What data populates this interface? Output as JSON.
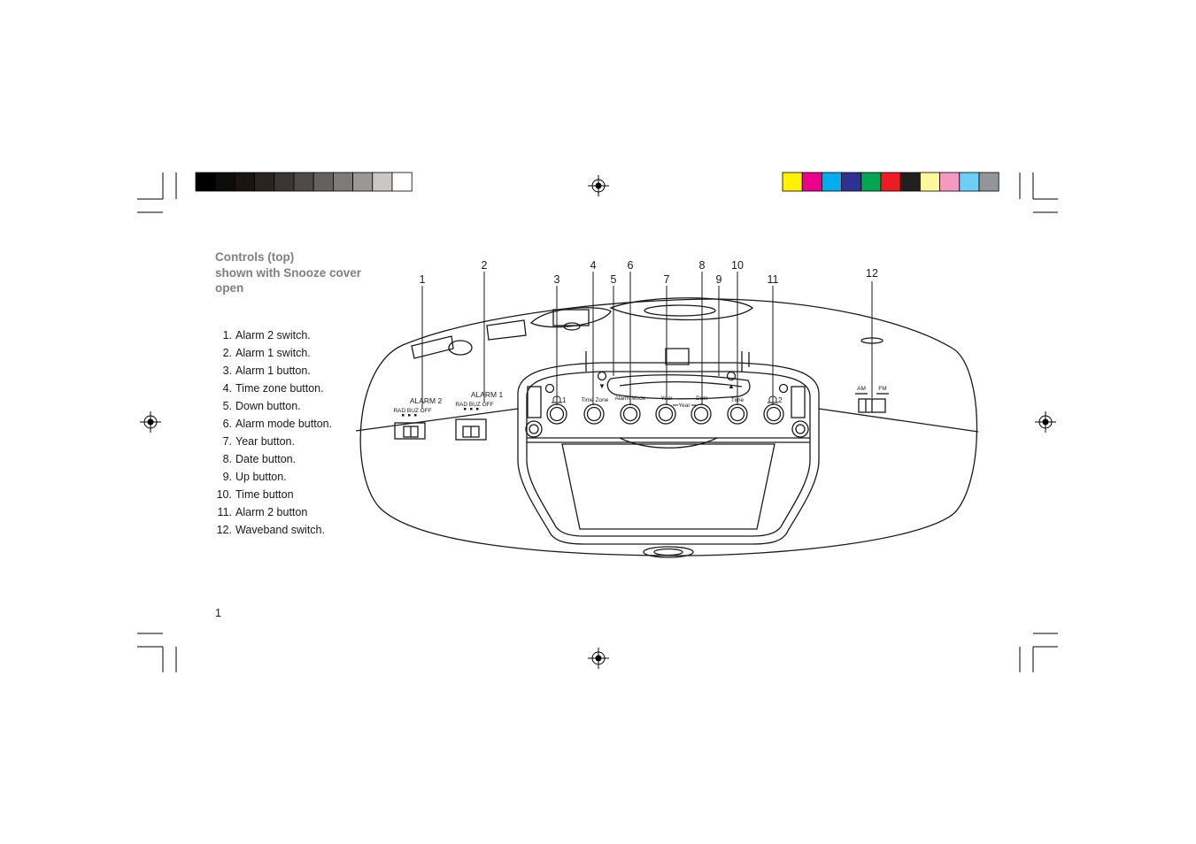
{
  "heading": {
    "line1": "Controls (top)",
    "line2": "shown with Snooze cover",
    "line3": "open"
  },
  "controls": [
    {
      "num": "1.",
      "label": "Alarm  2  switch."
    },
    {
      "num": "2.",
      "label": "Alarm  1  switch."
    },
    {
      "num": "3.",
      "label": "Alarm 1 button."
    },
    {
      "num": "4.",
      "label": "Time zone button."
    },
    {
      "num": "5.",
      "label": "Down  button."
    },
    {
      "num": "6.",
      "label": "Alarm mode  button."
    },
    {
      "num": "7.",
      "label": "Year  button."
    },
    {
      "num": "8.",
      "label": "Date button."
    },
    {
      "num": "9.",
      "label": "Up  button."
    },
    {
      "num": "10.",
      "label": "Time button"
    },
    {
      "num": "11.",
      "label": "Alarm 2 button"
    },
    {
      "num": "12.",
      "label": "Waveband  switch."
    }
  ],
  "callouts": [
    "1",
    "2",
    "3",
    "4",
    "5",
    "6",
    "7",
    "8",
    "9",
    "10",
    "11",
    "12"
  ],
  "device_labels": {
    "alarm2": "ALARM 2",
    "alarm1": "ALARM 1",
    "switch_positions": "RAD  BUZ OFF",
    "alarm1_button": "1",
    "time_zone": "Time Zone",
    "alarm_mode": "Alarm Mode",
    "year": "Year",
    "date": "Date",
    "year_sub": "Year",
    "time": "Time",
    "alarm2_button": "2",
    "am": "AM",
    "fm": "FM",
    "down_arrow": "▼",
    "up_arrow": "▲"
  },
  "page_number": "1",
  "color_bar_grays": [
    "#000000",
    "#0c0c0c",
    "#1a1410",
    "#2a2420",
    "#3b3633",
    "#4f4a47",
    "#65615e",
    "#7d7a78",
    "#9a9897",
    "#c9c8c7",
    "#ffffff"
  ],
  "color_bar_colors": [
    "#fff200",
    "#ec008c",
    "#00aeef",
    "#2e3192",
    "#00a651",
    "#ed1c24",
    "#231f20",
    "#fff799",
    "#f49ac1",
    "#6dcff6",
    "#939598"
  ]
}
